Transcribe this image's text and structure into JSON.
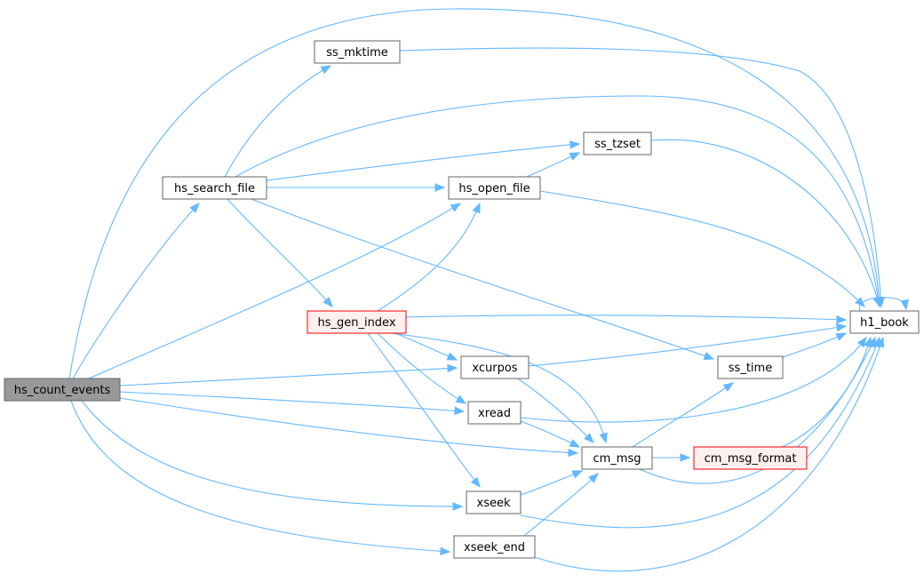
{
  "colors": {
    "edge": "#63b8ff",
    "node_border": "#666666",
    "node_fill": "#ffffff",
    "root_fill": "#999999",
    "root_border": "#666666",
    "red_border": "#ff0000",
    "red_fill": "#fff0f0"
  },
  "nodes": [
    {
      "id": "hs_count_events",
      "label": "hs_count_events",
      "style": "root"
    },
    {
      "id": "hs_search_file",
      "label": "hs_search_file",
      "style": "normal"
    },
    {
      "id": "ss_mktime",
      "label": "ss_mktime",
      "style": "normal"
    },
    {
      "id": "ss_tzset",
      "label": "ss_tzset",
      "style": "normal"
    },
    {
      "id": "hs_open_file",
      "label": "hs_open_file",
      "style": "normal"
    },
    {
      "id": "hs_gen_index",
      "label": "hs_gen_index",
      "style": "red"
    },
    {
      "id": "xcurpos",
      "label": "xcurpos",
      "style": "normal"
    },
    {
      "id": "xread",
      "label": "xread",
      "style": "normal"
    },
    {
      "id": "cm_msg",
      "label": "cm_msg",
      "style": "normal"
    },
    {
      "id": "cm_msg_format",
      "label": "cm_msg_format",
      "style": "red"
    },
    {
      "id": "xseek",
      "label": "xseek",
      "style": "normal"
    },
    {
      "id": "xseek_end",
      "label": "xseek_end",
      "style": "normal"
    },
    {
      "id": "ss_time",
      "label": "ss_time",
      "style": "normal"
    },
    {
      "id": "h1_book",
      "label": "h1_book",
      "style": "normal"
    }
  ],
  "edges": [
    [
      "hs_count_events",
      "h1_book"
    ],
    [
      "hs_count_events",
      "hs_search_file"
    ],
    [
      "hs_count_events",
      "hs_open_file"
    ],
    [
      "hs_count_events",
      "xcurpos"
    ],
    [
      "hs_count_events",
      "xread"
    ],
    [
      "hs_count_events",
      "cm_msg"
    ],
    [
      "hs_count_events",
      "xseek"
    ],
    [
      "hs_count_events",
      "xseek_end"
    ],
    [
      "hs_search_file",
      "ss_mktime"
    ],
    [
      "hs_search_file",
      "h1_book"
    ],
    [
      "hs_search_file",
      "ss_tzset"
    ],
    [
      "hs_search_file",
      "hs_open_file"
    ],
    [
      "hs_search_file",
      "hs_gen_index"
    ],
    [
      "hs_search_file",
      "ss_time"
    ],
    [
      "ss_mktime",
      "h1_book"
    ],
    [
      "ss_tzset",
      "h1_book"
    ],
    [
      "hs_open_file",
      "ss_tzset"
    ],
    [
      "hs_open_file",
      "h1_book"
    ],
    [
      "hs_gen_index",
      "hs_open_file"
    ],
    [
      "hs_gen_index",
      "h1_book"
    ],
    [
      "hs_gen_index",
      "xcurpos"
    ],
    [
      "hs_gen_index",
      "xread"
    ],
    [
      "hs_gen_index",
      "cm_msg"
    ],
    [
      "hs_gen_index",
      "xseek"
    ],
    [
      "xcurpos",
      "h1_book"
    ],
    [
      "xcurpos",
      "cm_msg"
    ],
    [
      "xread",
      "h1_book"
    ],
    [
      "xread",
      "cm_msg"
    ],
    [
      "cm_msg",
      "ss_time"
    ],
    [
      "cm_msg",
      "cm_msg_format"
    ],
    [
      "cm_msg",
      "h1_book"
    ],
    [
      "cm_msg_format",
      "h1_book"
    ],
    [
      "xseek",
      "cm_msg"
    ],
    [
      "xseek",
      "h1_book"
    ],
    [
      "xseek_end",
      "cm_msg"
    ],
    [
      "xseek_end",
      "h1_book"
    ],
    [
      "ss_time",
      "h1_book"
    ],
    [
      "h1_book",
      "h1_book"
    ]
  ]
}
